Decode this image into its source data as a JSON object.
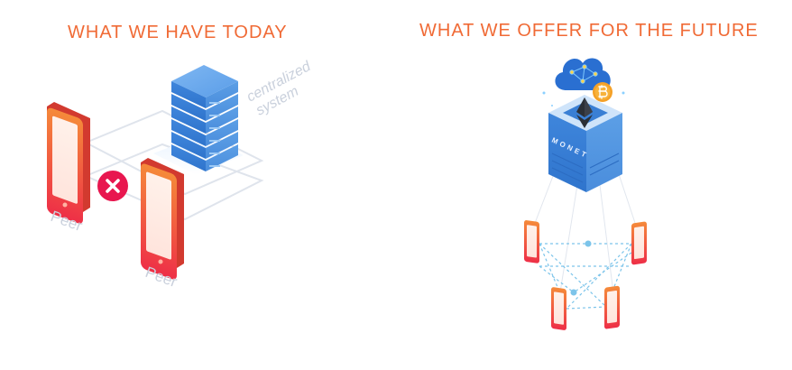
{
  "headings": {
    "left": "WHAT WE HAVE TODAY",
    "right": "WHAT WE OFFER FOR THE FUTURE"
  },
  "left_diagram": {
    "server_label_line1": "centralized",
    "server_label_line2": "system",
    "peer_label_1": "Peer",
    "peer_label_2": "Peer",
    "blocked_icon": "x-icon"
  },
  "right_diagram": {
    "box_label": "MONET",
    "cloud_icon": "cloud-network-icon",
    "bitcoin_icon": "bitcoin-icon",
    "ethereum_icon": "ethereum-icon"
  },
  "colors": {
    "heading": "#f06a35",
    "phone_frame": "#f0453a",
    "server_blue": "#4a90e2",
    "connector_gray": "#d6dce6",
    "dashed_blue": "#7cc4ea",
    "blocked_red": "#e8174f"
  }
}
